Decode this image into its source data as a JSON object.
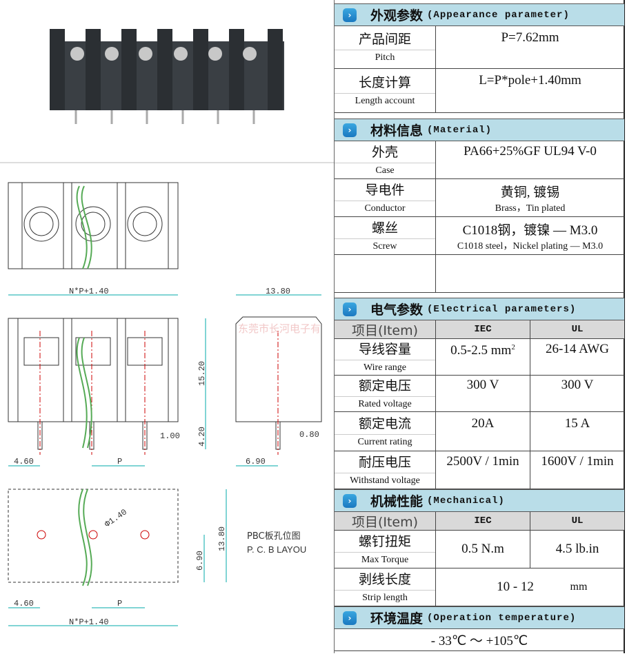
{
  "drawing": {
    "dims": {
      "total_top": "N*P+1.40",
      "side_width": "13.80",
      "height": "15.20",
      "pin_len": "4.20",
      "pin_w": "1.00",
      "side_pin": "0.80",
      "edge": "4.60",
      "pitch": "P",
      "side_offset": "6.90",
      "hole": "Φ1.40",
      "pcb_h": "13.80",
      "pcb_half": "6.90",
      "pcb_edge": "4.60",
      "pcb_pitch": "P",
      "total_bottom": "N*P+1.40"
    },
    "pcb_label_cn": "PBC板孔位图",
    "pcb_label_en": "P. C. B  LAYOU",
    "watermark": "东莞市长河电子有"
  },
  "appearance": {
    "title_cn": "外观参数",
    "title_en": "(Appearance parameter)",
    "pitch": {
      "cn": "产品间距",
      "en": "Pitch",
      "value": "P=7.62mm"
    },
    "length": {
      "cn": "长度计算",
      "en": "Length account",
      "value": "L=P*pole+1.40mm"
    }
  },
  "material": {
    "title_cn": "材料信息",
    "title_en": "(Material)",
    "rows": [
      {
        "cn": "外壳",
        "en": "Case",
        "value": "PA66+25%GF UL94 V-0",
        "sub": ""
      },
      {
        "cn": "导电件",
        "en": "Conductor",
        "value": "黄铜, 镀锡",
        "sub": "Brass，Tin plated"
      },
      {
        "cn": "螺丝",
        "en": "Screw",
        "value": "C1018钢，镀镍 — M3.0",
        "sub": "C1018 steel，Nickel plating — M3.0"
      }
    ]
  },
  "electrical": {
    "title_cn": "电气参数",
    "title_en": "(Electrical parameters)",
    "header": [
      "项目(Item)",
      "IEC",
      "UL"
    ],
    "rows": [
      {
        "cn": "导线容量",
        "en": "Wire range",
        "iec": "0.5-2.5 mm",
        "iec_sup": "2",
        "ul": "26-14  AWG"
      },
      {
        "cn": "额定电压",
        "en": "Rated voltage",
        "iec": "300 V",
        "ul": "300 V"
      },
      {
        "cn": "额定电流",
        "en": "Current rating",
        "iec": "20A",
        "ul": "15  A"
      },
      {
        "cn": "耐压电压",
        "en": "Withstand voltage",
        "iec": "2500V / 1min",
        "ul": "1600V / 1min"
      }
    ]
  },
  "mechanical": {
    "title_cn": "机械性能",
    "title_en": "(Mechanical)",
    "header": [
      "项目(Item)",
      "IEC",
      "UL"
    ],
    "torque": {
      "cn": "螺钉扭矩",
      "en": "Max Torque",
      "iec": "0.5  N.m",
      "ul": "4.5 lb.in"
    },
    "strip": {
      "cn": "剥线长度",
      "en": "Strip length",
      "value": "10  -  12",
      "unit": "mm"
    }
  },
  "temperature": {
    "title_cn": "环境温度",
    "title_en": "(Operation temperature)",
    "value": "- 33℃  ～  +105℃"
  }
}
